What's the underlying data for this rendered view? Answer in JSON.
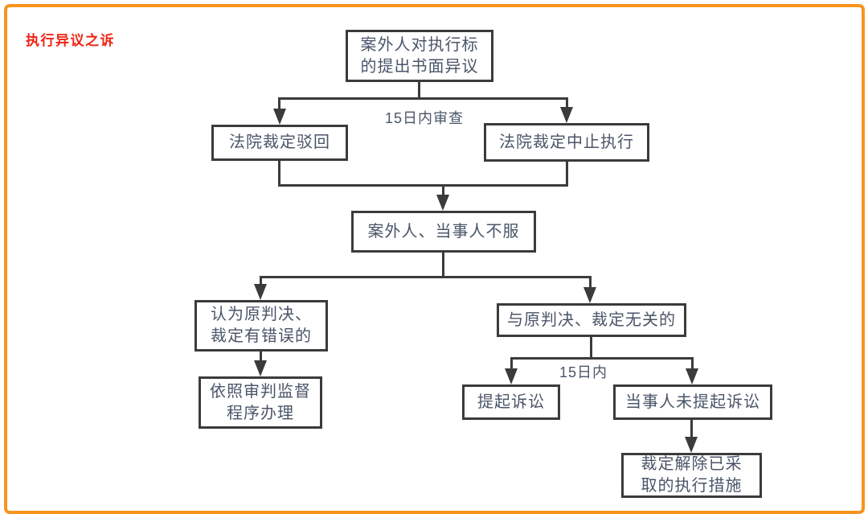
{
  "title": "执行异议之诉",
  "flowchart": {
    "nodes": {
      "objection": "案外人对执行标\n的提出书面异议",
      "reject": "法院裁定驳回",
      "suspend": "法院裁定中止执行",
      "dissatisfied": "案外人、当事人不服",
      "error": "认为原判决、\n裁定有错误的",
      "supervision": "依照审判监督\n程序办理",
      "unrelated": "与原判决、裁定无关的",
      "sue": "提起诉讼",
      "no_sue": "当事人未提起诉讼",
      "lift": "裁定解除已采\n取的执行措施"
    },
    "edge_labels": {
      "review": "15日内审查",
      "within15": "15日内"
    }
  },
  "colors": {
    "frame_border": "#f7941d",
    "line": "#3b3b3b",
    "text": "#4a5568",
    "title": "#ee2214",
    "background": "#ffffff"
  }
}
